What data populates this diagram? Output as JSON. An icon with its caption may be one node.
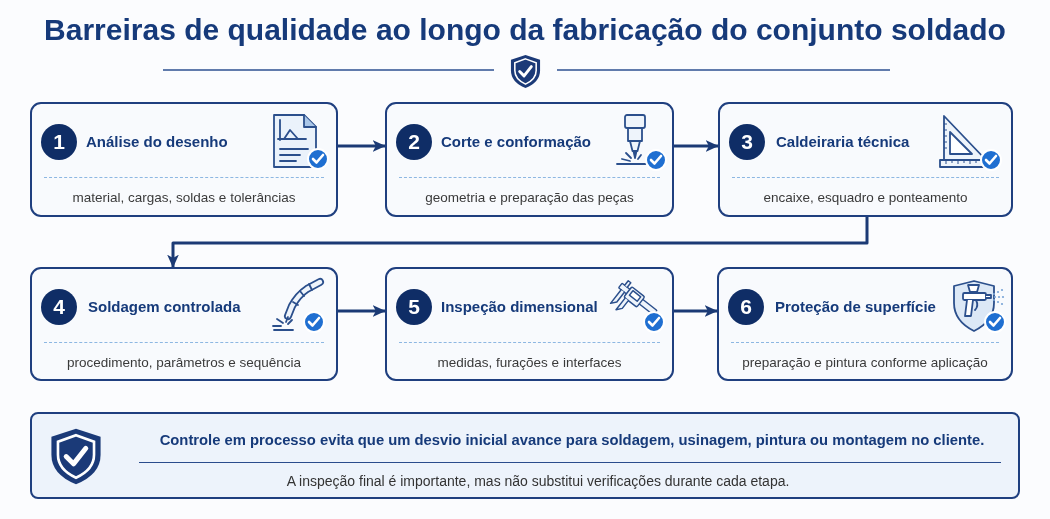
{
  "diagram": {
    "title": "Barreiras de qualidade ao longo da fabricação do conjunto soldado",
    "nodes": [
      {
        "text": [
          "1",
          "Análise do desenho",
          "material, cargas, soldas e tolerâncias"
        ]
      },
      {
        "text": [
          "2",
          "Corte e conformação",
          "geometria e preparação das peças"
        ]
      },
      {
        "text": [
          "3",
          "Caldeiraria técnica",
          "encaixe, esquadro e ponteamento"
        ]
      },
      {
        "text": [
          "4",
          "Soldagem controlada",
          "procedimento, parâmetros e sequência"
        ]
      },
      {
        "text": [
          "5",
          "Inspeção dimensional",
          "medidas, furações e interfaces"
        ]
      },
      {
        "text": [
          "6",
          "Proteção de superfície",
          "preparação e pintura conforme aplicação"
        ]
      },
      {
        "text": [
          "Controle em processo evita que um desvio inicial avance para soldagem, usinagem, pintura ou montagem no cliente.",
          "A inspeção final é importante, mas não substitui verificações durante cada etapa."
        ]
      }
    ],
    "edges": [
      {
        "from": 0,
        "to": 1,
        "arrow": "to"
      },
      {
        "from": 1,
        "to": 2,
        "arrow": "to"
      },
      {
        "from": 2,
        "to": 3,
        "arrow": "to"
      },
      {
        "from": 3,
        "to": 4,
        "arrow": "to"
      },
      {
        "from": 4,
        "to": 5,
        "arrow": "to"
      }
    ]
  }
}
